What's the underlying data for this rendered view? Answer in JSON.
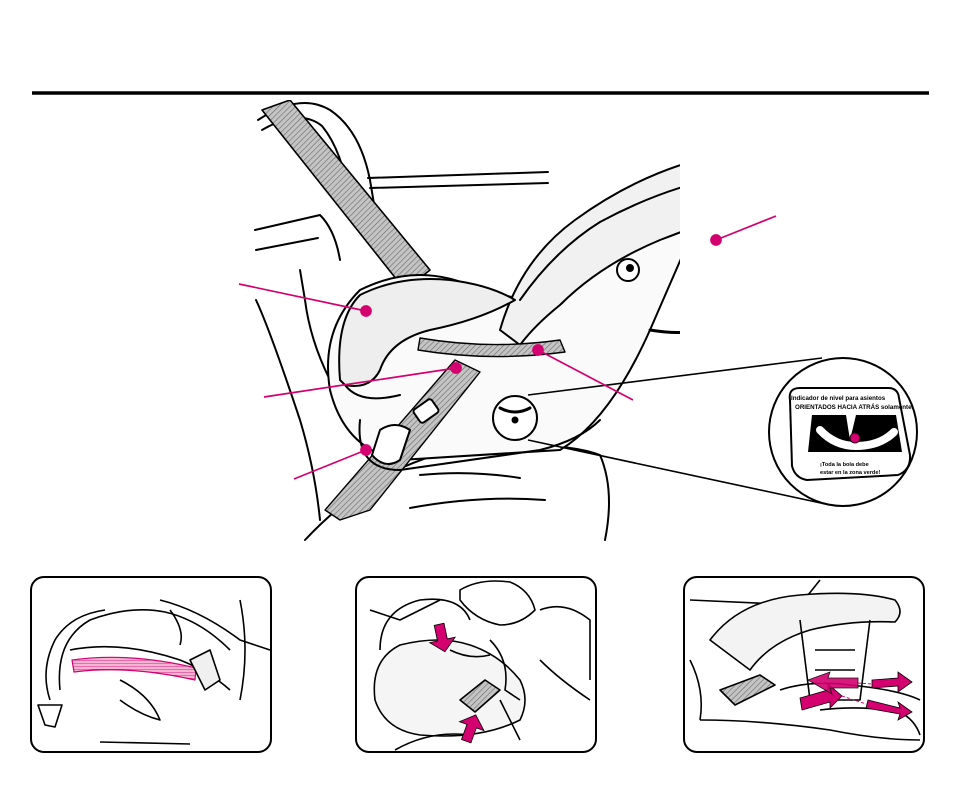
{
  "level_indicator": {
    "line1": "Indicador de nivel para asientos",
    "line2": "ORIENTADOS HACIA ATRÁS solamente.",
    "line3": "¡Toda la bola debe",
    "line4": "estar en la zona verde!"
  },
  "colors": {
    "accent": "#d4006f",
    "accent_light": "#f59cc8",
    "line": "#000000",
    "belt_fill": "#b8b8b8",
    "shell_fill": "#ededed"
  },
  "callouts": [
    {
      "id": "handle",
      "target": "carrier-handle"
    },
    {
      "id": "canopy-strap",
      "target": "canopy-strap"
    },
    {
      "id": "belt-lap",
      "target": "lap-belt-guide"
    },
    {
      "id": "belt-path",
      "target": "belt-path"
    },
    {
      "id": "buckle",
      "target": "buckle"
    },
    {
      "id": "level-indicator",
      "target": "level-indicator"
    }
  ],
  "steps": [
    {
      "id": "step-1",
      "icon": "belt-guide-icon"
    },
    {
      "id": "step-2",
      "icon": "press-down-arrows-icon"
    },
    {
      "id": "step-3",
      "icon": "tighten-arrows-icon"
    }
  ]
}
